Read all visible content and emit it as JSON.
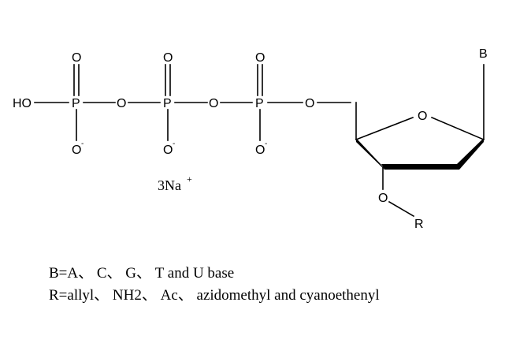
{
  "molecule": {
    "atoms": {
      "ho": "HO",
      "p1": "P",
      "p2": "P",
      "p3": "P",
      "o_top1": "O",
      "o_top2": "O",
      "o_top3": "O",
      "o_bot1": "O",
      "o_bot2": "O",
      "o_bot3": "O",
      "o_minus": "-",
      "o_bridge1": "O",
      "o_bridge2": "O",
      "o_bridge3": "O",
      "o_ring": "O",
      "o_3prime": "O",
      "base": "B",
      "r_group": "R"
    },
    "counterion": {
      "count": "3Na",
      "charge": "+"
    }
  },
  "legend": {
    "base_line": "B=A、 C、 G、 T and U base",
    "r_line": "R=allyl、 NH2、 Ac、 azidomethyl and cyanoethenyl"
  },
  "colors": {
    "ink": "#000000",
    "background": "#ffffff"
  }
}
